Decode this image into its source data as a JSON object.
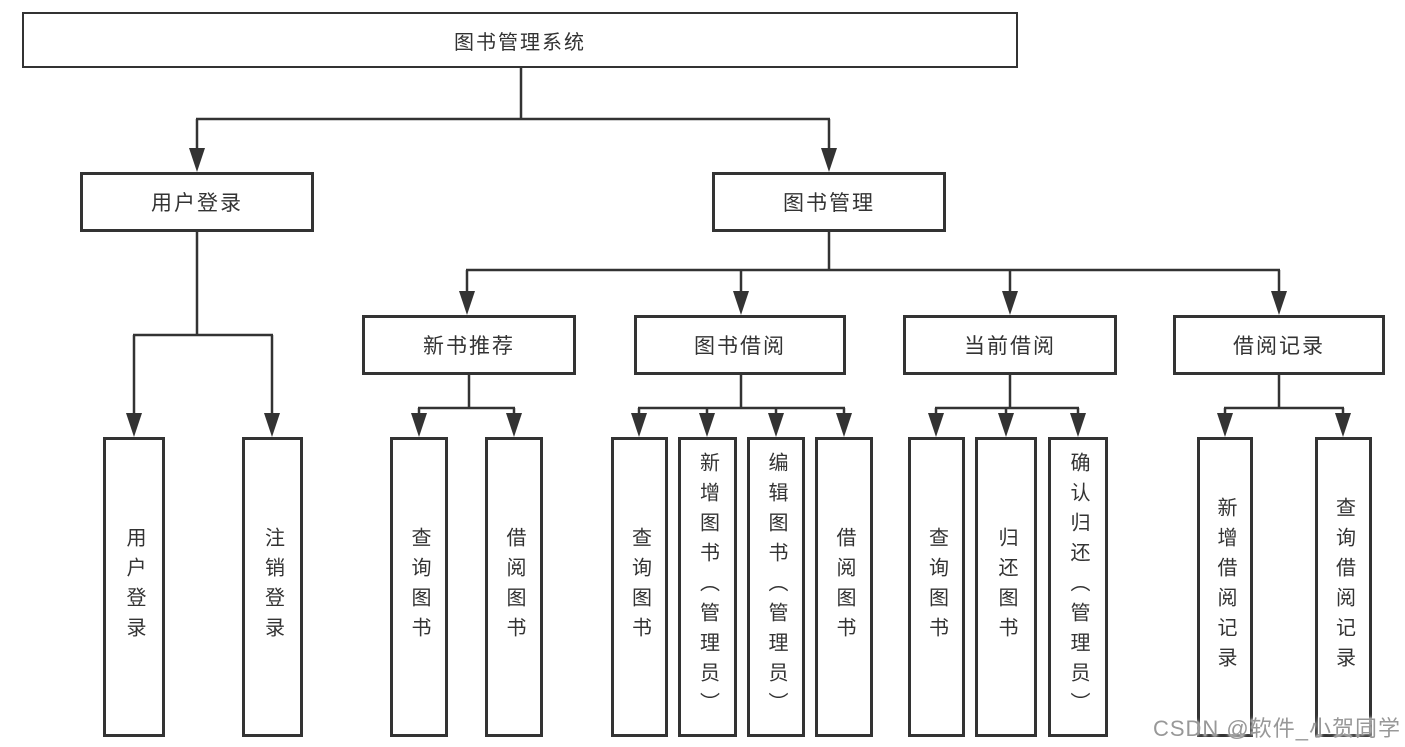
{
  "diagram": {
    "title": "图书管理系统",
    "nodes": {
      "root": "图书管理系统",
      "user_login": "用户登录",
      "book_mgmt": "图书管理",
      "new_rec": "新书推荐",
      "book_borrow": "图书借阅",
      "current_borrow": "当前借阅",
      "borrow_record": "借阅记录"
    },
    "leaves": [
      {
        "label": "用户登录",
        "parent": "用户登录"
      },
      {
        "label": "注销登录",
        "parent": "用户登录"
      },
      {
        "label": "查询图书",
        "parent": "新书推荐"
      },
      {
        "label": "借阅图书",
        "parent": "新书推荐"
      },
      {
        "label": "查询图书",
        "parent": "图书借阅"
      },
      {
        "label": "新增图书（管理员）",
        "parent": "图书借阅"
      },
      {
        "label": "编辑图书（管理员）",
        "parent": "图书借阅"
      },
      {
        "label": "借阅图书",
        "parent": "图书借阅"
      },
      {
        "label": "查询图书",
        "parent": "当前借阅"
      },
      {
        "label": "归还图书",
        "parent": "当前借阅"
      },
      {
        "label": "确认归还（管理员）",
        "parent": "当前借阅"
      },
      {
        "label": "新增借阅记录",
        "parent": "借阅记录"
      },
      {
        "label": "查询借阅记录",
        "parent": "借阅记录"
      }
    ],
    "hierarchy": {
      "图书管理系统": [
        "用户登录",
        "图书管理"
      ],
      "用户登录": [
        "用户登录",
        "注销登录"
      ],
      "图书管理": [
        "新书推荐",
        "图书借阅",
        "当前借阅",
        "借阅记录"
      ],
      "新书推荐": [
        "查询图书",
        "借阅图书"
      ],
      "图书借阅": [
        "查询图书",
        "新增图书（管理员）",
        "编辑图书（管理员）",
        "借阅图书"
      ],
      "当前借阅": [
        "查询图书",
        "归还图书",
        "确认归还（管理员）"
      ],
      "借阅记录": [
        "新增借阅记录",
        "查询借阅记录"
      ]
    },
    "colors": {
      "line": "#333333",
      "box_border": "#333333",
      "text": "#333333",
      "background": "#ffffff",
      "watermark": "#989898"
    }
  },
  "watermark": {
    "text": "CSDN @软件_小贺同学"
  }
}
